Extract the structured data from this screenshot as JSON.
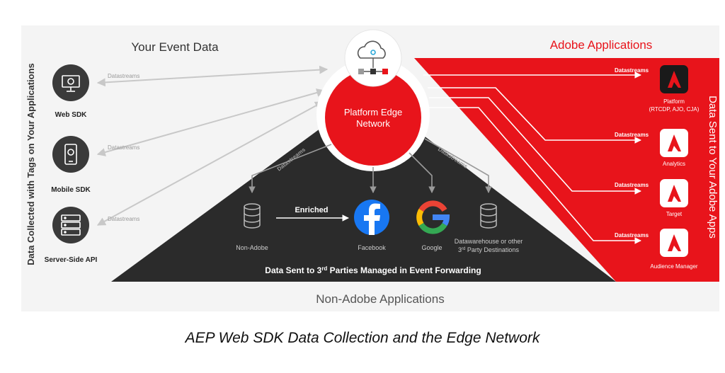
{
  "headers": {
    "your_event_data": "Your Event Data",
    "adobe_applications": "Adobe Applications",
    "non_adobe_applications": "Non-Adobe Applications",
    "left_vertical": "Data Collected with Tags on Your Applications",
    "right_vertical": "Data Sent to Your Adobe Apps"
  },
  "edge": {
    "title_line1": "Platform Edge",
    "title_line2": "Network"
  },
  "sources": [
    {
      "label": "Web SDK",
      "icon": "monitor-icon"
    },
    {
      "label": "Mobile SDK",
      "icon": "phone-icon"
    },
    {
      "label": "Server-Side API",
      "icon": "server-icon"
    }
  ],
  "datastreams_label": "Datastreams",
  "third_party": {
    "non_adobe": "Non-Adobe",
    "enriched": "Enriched",
    "facebook": "Facebook",
    "google": "Google",
    "warehouse_line1": "Datawarehouse or other",
    "warehouse_line2_pre": "3",
    "warehouse_line2_sup": "rd",
    "warehouse_line2_post": " Party Destinations",
    "footer_pre": "Data Sent to 3",
    "footer_sup": "rd",
    "footer_post": " Parties Managed in Event Forwarding"
  },
  "adobe_apps": [
    {
      "label_line1": "Platform",
      "label_line2": "(RTCDP, AJO, CJA)",
      "icon": "adobe-logo-icon"
    },
    {
      "label_line1": "Analytics",
      "label_line2": "",
      "icon": "adobe-logo-icon"
    },
    {
      "label_line1": "Target",
      "label_line2": "",
      "icon": "adobe-logo-icon"
    },
    {
      "label_line1": "Audience Manager",
      "label_line2": "",
      "icon": "adobe-logo-icon"
    }
  ],
  "caption": "AEP Web SDK Data Collection and the Edge Network",
  "colors": {
    "adobe_red": "#e8141b",
    "dark_panel": "#2b2b2b",
    "light_panel": "#f4f4f4",
    "app_icon_dark": "#1a1a1a"
  }
}
